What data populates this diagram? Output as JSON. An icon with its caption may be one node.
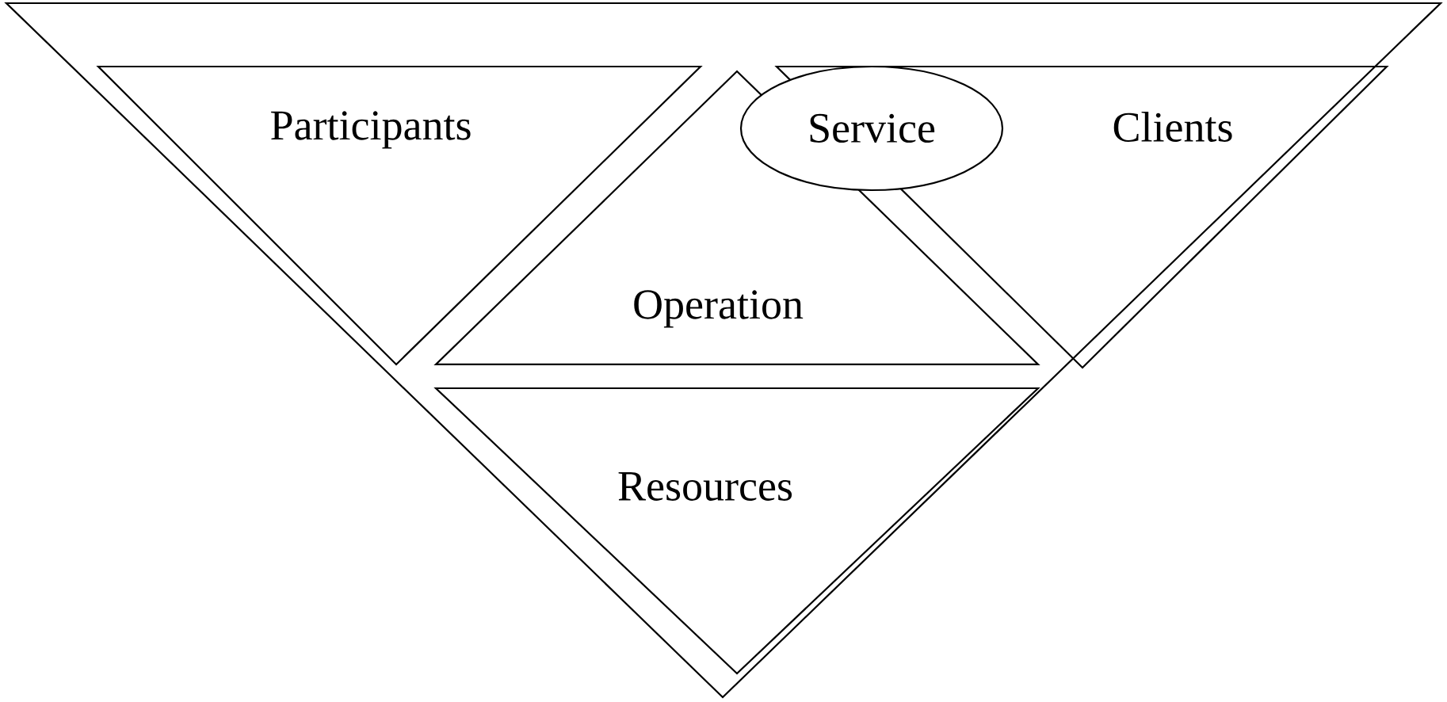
{
  "diagram": {
    "nodes": [
      {
        "text": [],
        "shape": "triangle"
      },
      {
        "text": [
          "Participants"
        ],
        "in": 0
      },
      {
        "text": [
          "Operation"
        ],
        "in": 0
      },
      {
        "text": [
          "Service"
        ],
        "in": 0
      },
      {
        "text": [
          "Clients"
        ],
        "in": 0
      },
      {
        "text": [
          "Resources"
        ],
        "in": 0
      }
    ]
  }
}
